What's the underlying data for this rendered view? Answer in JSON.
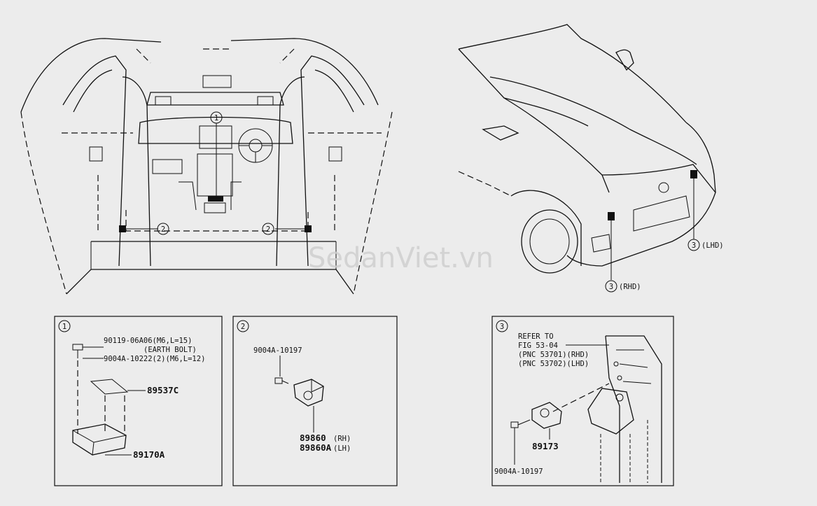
{
  "watermark": "SedanViet.vn",
  "overview": {
    "callout_1": "1",
    "callout_2": "2",
    "callout_3": "3",
    "rhd_label": "(RHD)",
    "lhd_label": "(LHD)"
  },
  "panel_1": {
    "number": "1",
    "bolt_line1": "90119-06A06(M6,L=15)",
    "bolt_line2": "(EARTH BOLT)",
    "bolt_line3": "9004A-10222(2)(M6,L=12)",
    "part_a": "89537C",
    "part_b": "89170A"
  },
  "panel_2": {
    "number": "2",
    "bolt": "9004A-10197",
    "part_rh": "89860",
    "rh_suffix": "(RH)",
    "part_lh": "89860A",
    "lh_suffix": "(LH)"
  },
  "panel_3": {
    "number": "3",
    "refer_line1": "REFER TO",
    "refer_line2": "FIG 53-04",
    "refer_line3": "(PNC 53701)(RHD)",
    "refer_line4": "(PNC 53702)(LHD)",
    "part": "89173",
    "bolt": "9004A-10197"
  }
}
